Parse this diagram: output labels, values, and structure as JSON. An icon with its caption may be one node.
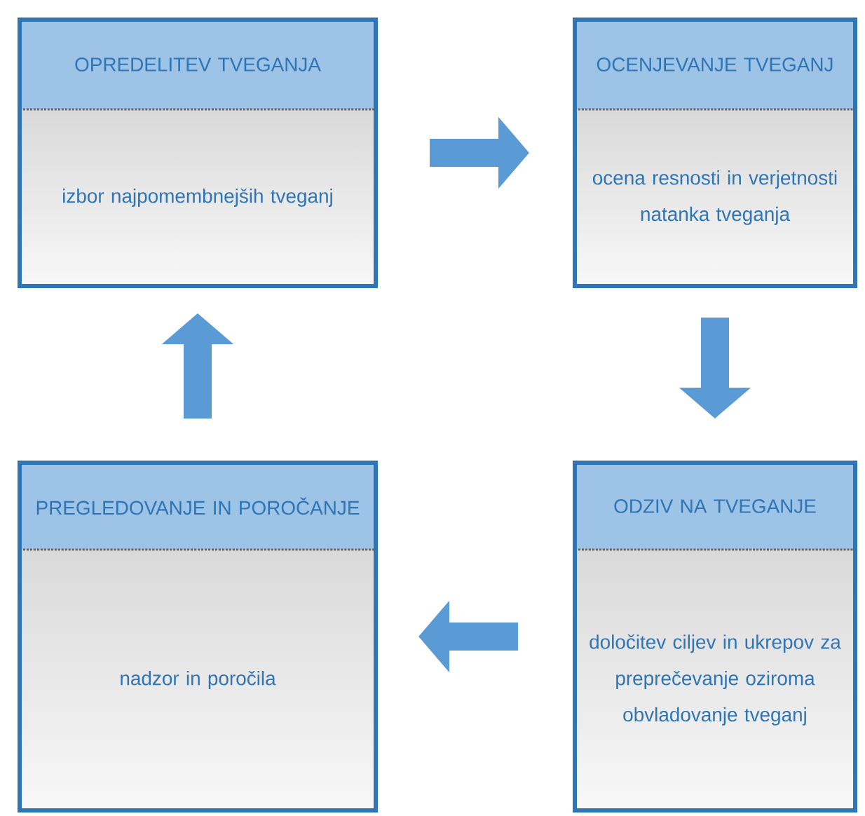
{
  "diagram": {
    "nodes": [
      {
        "text": [
          "OPREDELITEV TVEGANJA",
          "izbor najpomembnejših tveganj"
        ]
      },
      {
        "text": [
          "OCENJEVANJE TVEGANJ",
          "ocena resnosti in verjetnosti natanka tveganja"
        ]
      },
      {
        "text": [
          "PREGLEDOVANJE IN POROČANJE",
          "nadzor in poročila"
        ]
      },
      {
        "text": [
          "ODZIV NA TVEGANJE",
          "določitev ciljev in ukrepov za preprečevanje oziroma obvladovanje tveganj"
        ]
      }
    ],
    "edges": [
      {
        "from": 0,
        "to": 1,
        "arrow": "to"
      },
      {
        "from": 1,
        "to": 3,
        "arrow": "to"
      },
      {
        "from": 3,
        "to": 2,
        "arrow": "to"
      },
      {
        "from": 2,
        "to": 0,
        "arrow": "to"
      }
    ]
  }
}
